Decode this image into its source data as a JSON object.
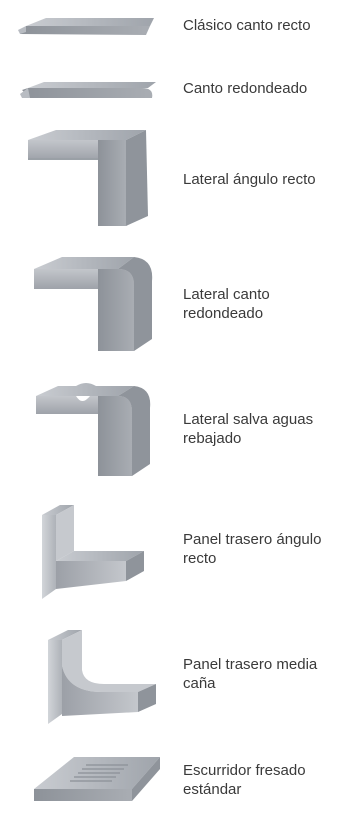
{
  "items": [
    {
      "label": "Clásico canto recto",
      "icon": "straight-edge-countertop-icon"
    },
    {
      "label": "Canto redondeado",
      "icon": "rounded-edge-countertop-icon"
    },
    {
      "label": "Lateral ángulo recto",
      "icon": "side-right-angle-icon"
    },
    {
      "label": "Lateral canto redondeado",
      "icon": "side-rounded-edge-icon"
    },
    {
      "label": "Lateral salva aguas rebajado",
      "icon": "side-recessed-drip-edge-icon"
    },
    {
      "label": "Panel trasero ángulo recto",
      "icon": "back-panel-right-angle-icon"
    },
    {
      "label": "Panel trasero media caña",
      "icon": "back-panel-cove-icon"
    },
    {
      "label": "Escurridor fresado estándar",
      "icon": "milled-drainer-icon"
    }
  ]
}
